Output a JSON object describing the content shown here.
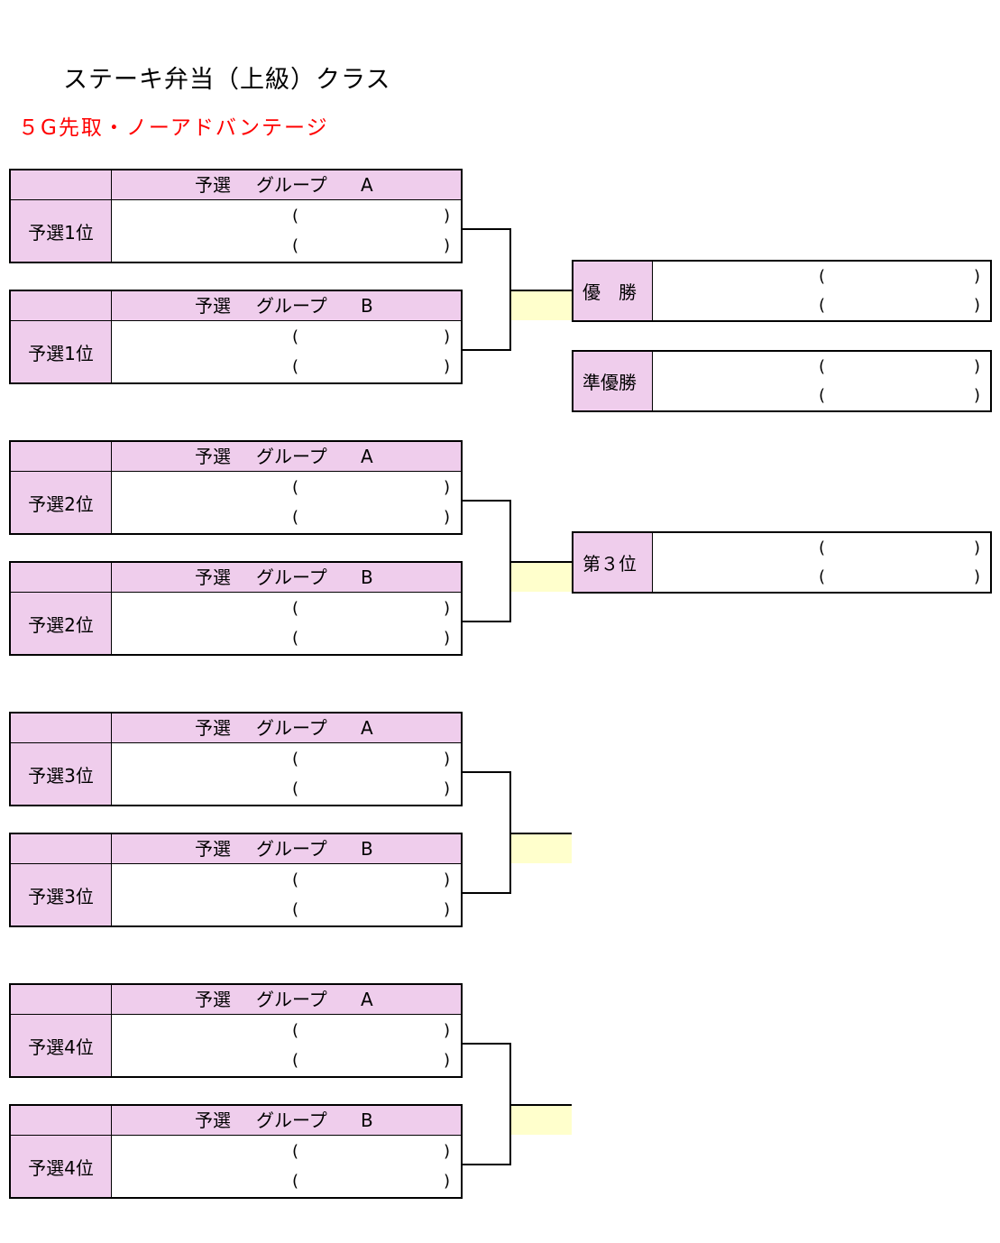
{
  "title": "ステーキ弁当（上級）クラス",
  "subtitle": "５G先取・ノーアドバンテージ",
  "header_yosen": "予選",
  "header_group": "グループ",
  "group_a": "A",
  "group_b": "B",
  "paren_open": "(",
  "paren_close": ")",
  "ranks": [
    "予選1位",
    "予選2位",
    "予選3位",
    "予選4位"
  ],
  "results": {
    "champion": "優　勝",
    "runner_up": "準優勝",
    "third": "第３位"
  },
  "colors": {
    "header_pink": "#efcdec",
    "connector_yellow": "#ffffcc",
    "subtitle_red": "#ff0000"
  }
}
